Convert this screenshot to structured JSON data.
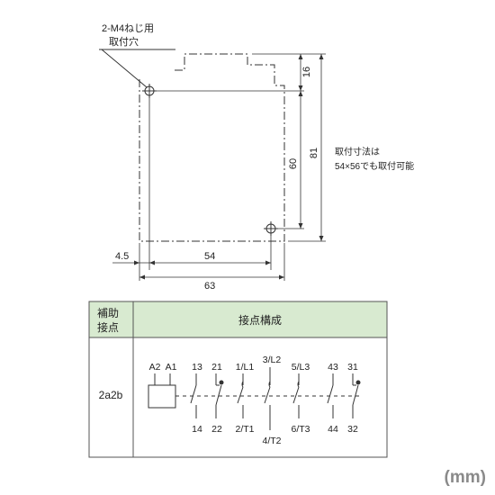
{
  "drawing": {
    "hole_label_line1": "2-M4ねじ用",
    "hole_label_line2": "取付穴",
    "dim_16": "16",
    "dim_60": "60",
    "dim_81": "81",
    "dim_4_5": "4.5",
    "dim_54": "54",
    "dim_63": "63",
    "mount_note_line1": "取付寸法は",
    "mount_note_line2": "54×56でも取付可能"
  },
  "table": {
    "header_col1_line1": "補助",
    "header_col1_line2": "接点",
    "header_col2": "接点構成",
    "row_type": "2a2b",
    "terminals_top": [
      "A2",
      "A1",
      "13",
      "21",
      "1/L1",
      "3/L2",
      "5/L3",
      "43",
      "31"
    ],
    "terminals_bottom": [
      "14",
      "22",
      "2/T1",
      "4/T2",
      "6/T3",
      "44",
      "32"
    ]
  },
  "unit": "(mm)",
  "colors": {
    "header_bg": "#d8ead0",
    "line": "#333333",
    "unit_text": "#8a8a8a"
  }
}
